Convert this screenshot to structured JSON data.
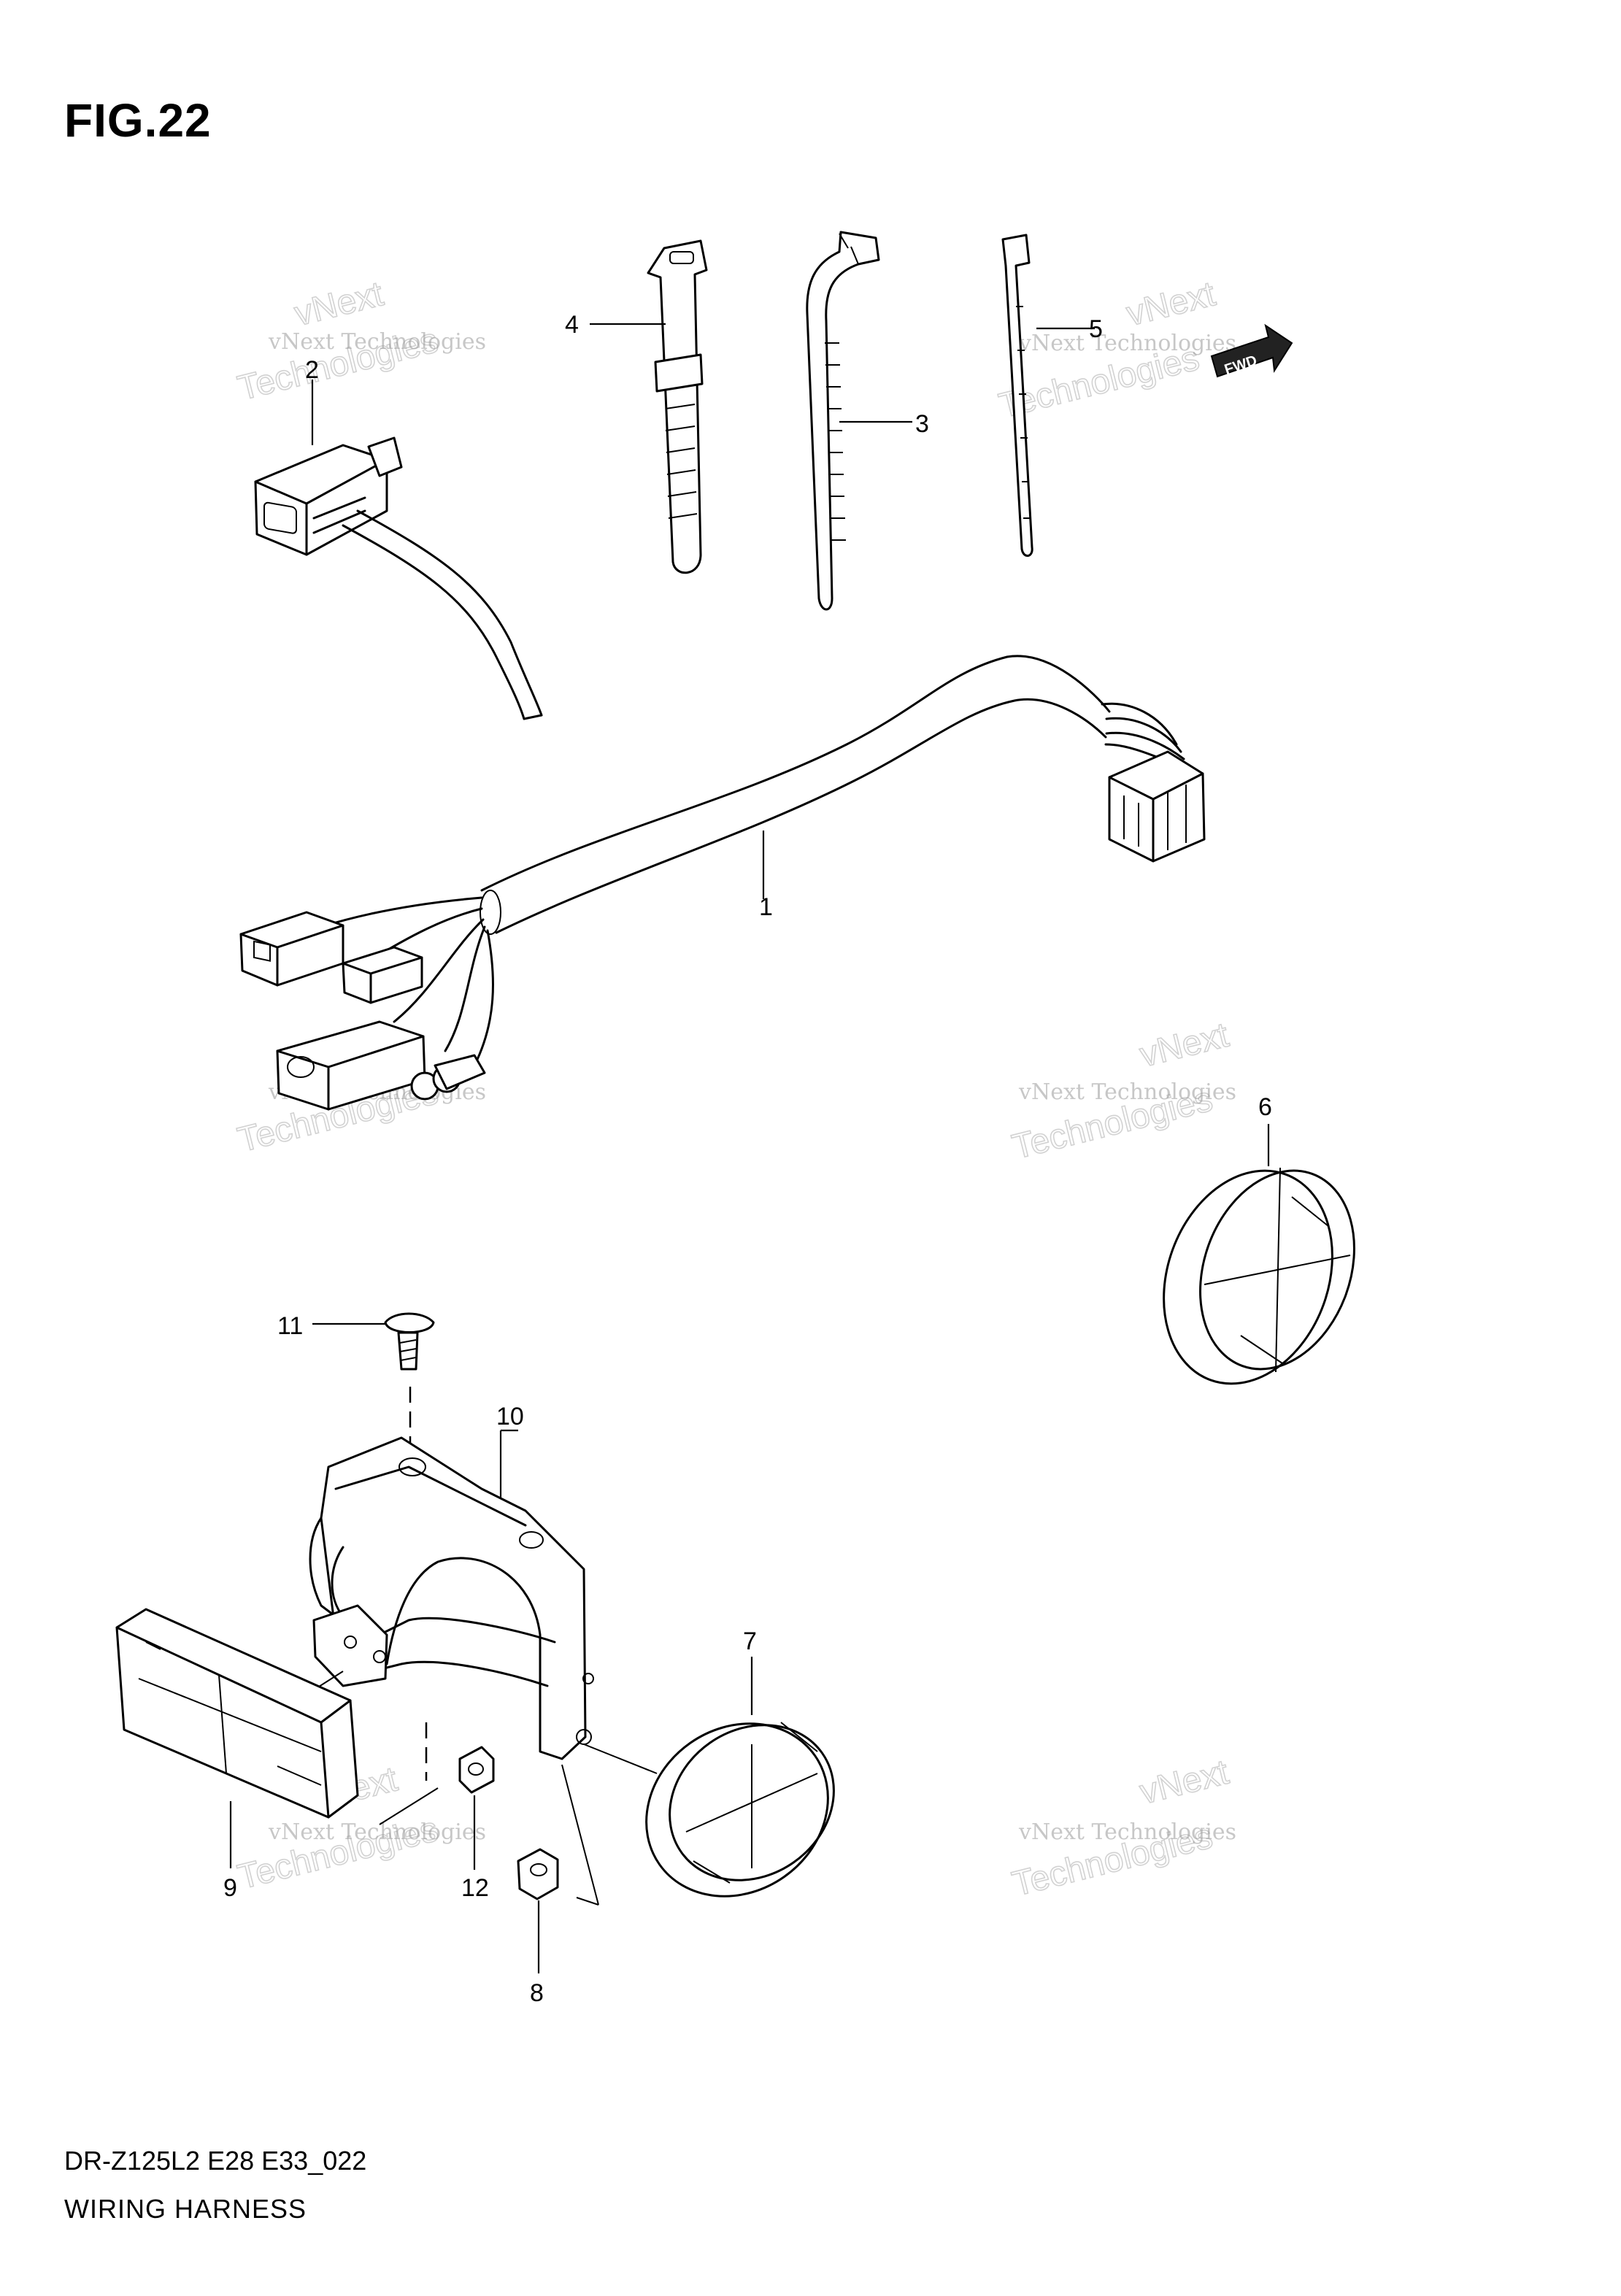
{
  "figure": {
    "title": "FIG.22",
    "model_code": "DR-Z125L2 E28 E33_022",
    "caption": "WIRING HARNESS"
  },
  "callouts": [
    {
      "id": "1",
      "label": "1"
    },
    {
      "id": "2",
      "label": "2"
    },
    {
      "id": "3",
      "label": "3"
    },
    {
      "id": "4",
      "label": "4"
    },
    {
      "id": "5",
      "label": "5"
    },
    {
      "id": "6",
      "label": "6"
    },
    {
      "id": "7",
      "label": "7"
    },
    {
      "id": "8",
      "label": "8"
    },
    {
      "id": "9",
      "label": "9"
    },
    {
      "id": "10",
      "label": "10"
    },
    {
      "id": "11",
      "label": "11"
    },
    {
      "id": "12",
      "label": "12"
    }
  ],
  "direction_badge": {
    "label": "FWD"
  },
  "watermark": {
    "line1": "vNext Technologies",
    "line2": "vNext",
    "line3": "Technologies"
  }
}
